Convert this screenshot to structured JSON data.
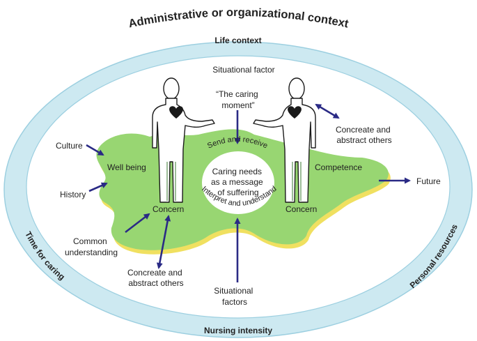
{
  "title": "Administrative or organizational context",
  "ring_labels": {
    "top": "Life context",
    "bottom": "Nursing intensity",
    "left": "Time for caring",
    "right": "Personal resources"
  },
  "situational_factor": "Situational factor",
  "caring_moment": [
    "“The caring",
    "moment”"
  ],
  "send_receive": "Send and receive",
  "interpret_understand": "Interpret and understand",
  "center": [
    "Caring needs",
    "as a message",
    "of suffering"
  ],
  "left_person": {
    "well_being": "Well being",
    "concern": "Concern",
    "culture": "Culture",
    "history": "History",
    "common_understanding": [
      "Common",
      "understanding"
    ],
    "concreate_abstract": [
      "Concreate and",
      "abstract others"
    ]
  },
  "right_person": {
    "competence": "Competence",
    "concern": "Concern",
    "concreate_abstract": [
      "Concreate and",
      "abstract others"
    ],
    "future": "Future"
  },
  "situational_factors_bottom": [
    "Situational",
    "factors"
  ],
  "colors": {
    "outer_ring": "#cde9f1",
    "inner_ellipse": "#ffffff",
    "ring_stroke": "#9ccfe0",
    "blob_fill": "#98d672",
    "blob_shadow": "#f0e060",
    "arrow": "#2a2a85",
    "heart": "#1a1a1a"
  },
  "icons": [
    "person-figure",
    "heart-icon",
    "arrow-icon"
  ]
}
